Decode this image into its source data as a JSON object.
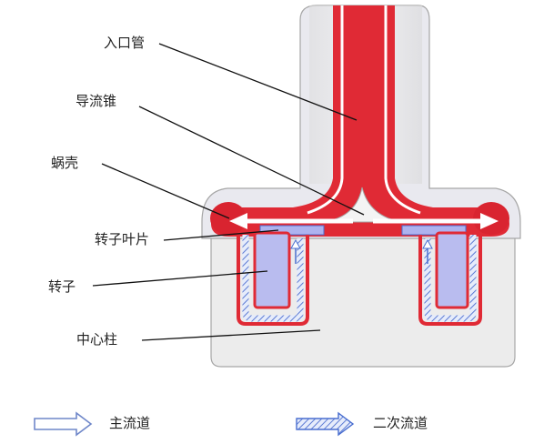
{
  "labels": {
    "inlet_pipe": "入口管",
    "flow_cone": "导流锥",
    "volute": "蜗壳",
    "rotor_blade": "转子叶片",
    "rotor": "转子",
    "center_column": "中心柱"
  },
  "legend": {
    "main_channel": "主流道",
    "secondary_channel": "二次流道"
  },
  "colors": {
    "housing": "#eeeeee",
    "housing_stroke": "#9a9a9a",
    "main_flow": "#e02a35",
    "secondary_flow": "#4a6fd0",
    "rotor_fill": "#b9bcef",
    "leader_line": "#111111"
  }
}
